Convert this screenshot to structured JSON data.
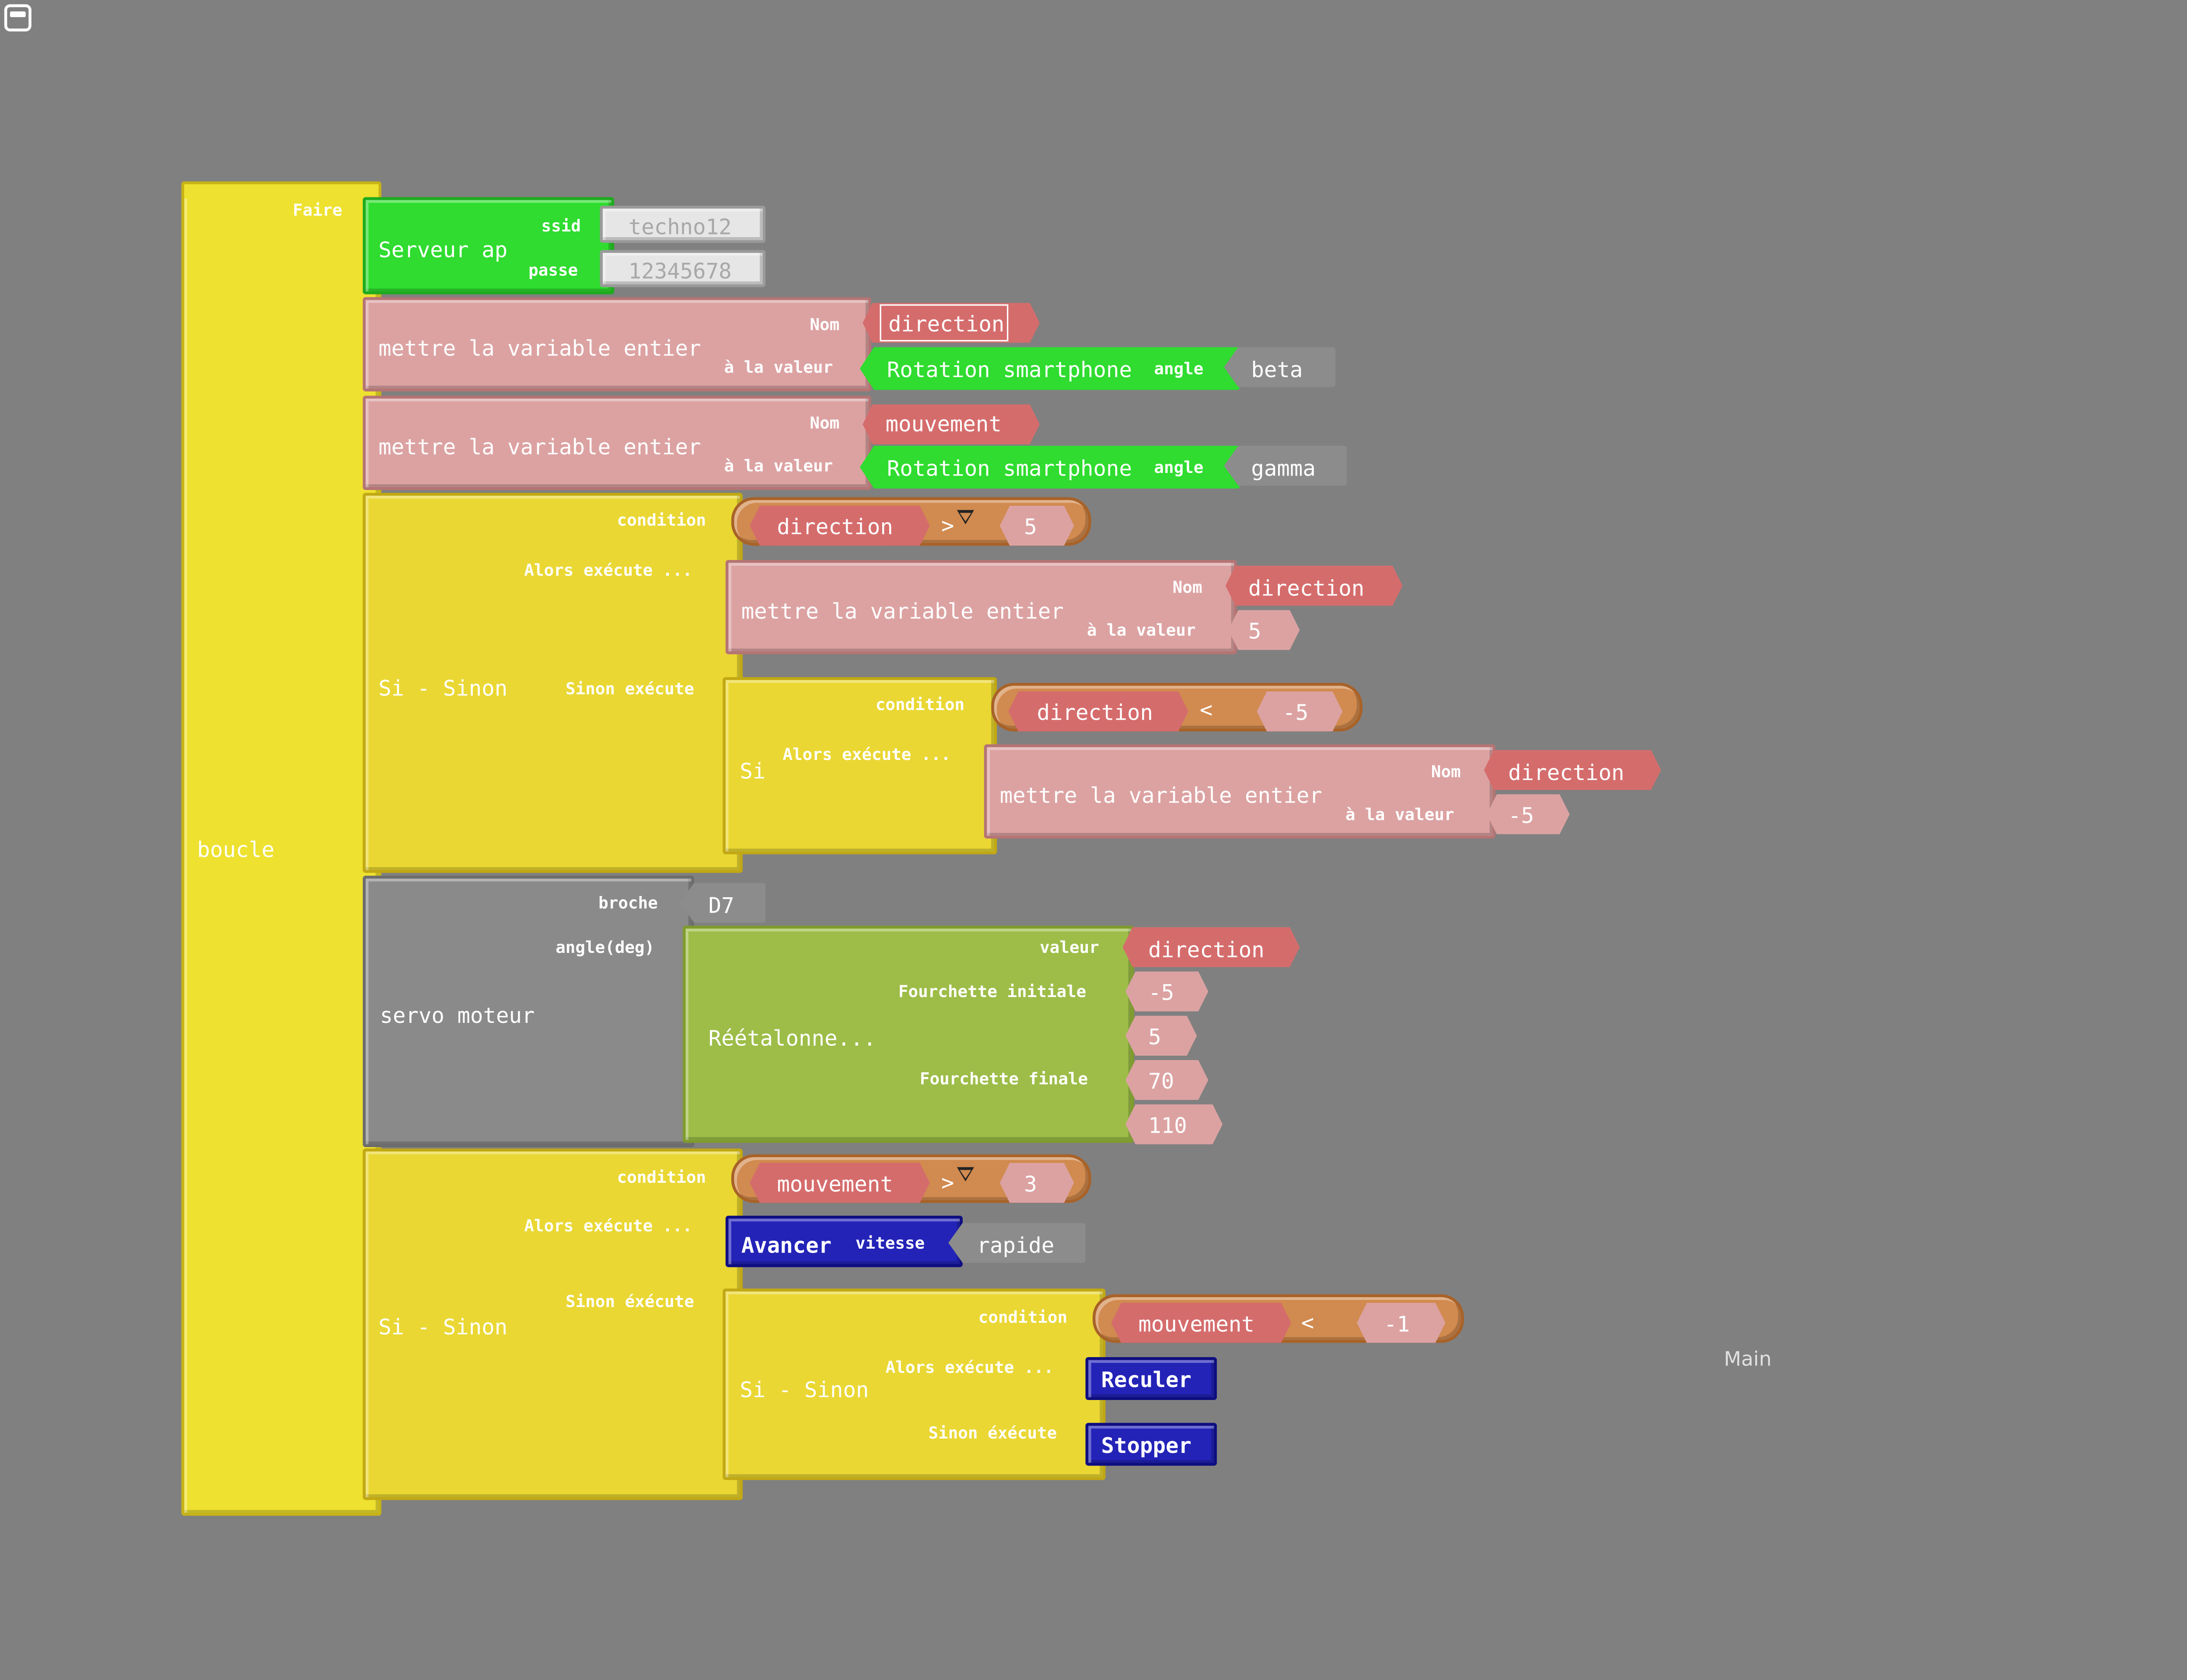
{
  "workspace": {
    "label": "Main",
    "menu_icon": "window-icon"
  },
  "loop": {
    "label": "boucle",
    "do_label": "Faire"
  },
  "server": {
    "label": "Serveur ap",
    "ssid_label": "ssid",
    "ssid_value": "techno12",
    "pass_label": "passe",
    "pass_value": "12345678"
  },
  "set_direction": {
    "label": "mettre la variable entier",
    "name_label": "Nom",
    "name_value": "direction",
    "value_label": "à la valeur",
    "sensor_label": "Rotation smartphone",
    "angle_label": "angle",
    "angle_value": "beta"
  },
  "set_mouvement": {
    "label": "mettre la variable entier",
    "name_label": "Nom",
    "name_value": "mouvement",
    "value_label": "à la valeur",
    "sensor_label": "Rotation smartphone",
    "angle_label": "angle",
    "angle_value": "gamma"
  },
  "if1": {
    "label": "Si - Sinon",
    "condition_label": "condition",
    "then_label": "Alors exécute ...",
    "else_label": "Sinon exécute",
    "cond": {
      "var": "direction",
      "op": ">",
      "value": "5"
    },
    "then_set": {
      "label": "mettre la variable entier",
      "name_label": "Nom",
      "name_value": "direction",
      "value_label": "à la valeur",
      "value": "5"
    },
    "inner_if": {
      "label": "Si",
      "condition_label": "condition",
      "then_label": "Alors exécute ...",
      "cond": {
        "var": "direction",
        "op": "<",
        "value": "-5"
      },
      "then_set": {
        "label": "mettre la variable entier",
        "name_label": "Nom",
        "name_value": "direction",
        "value_label": "à la valeur",
        "value": "-5"
      }
    }
  },
  "servo": {
    "label": "servo moteur",
    "pin_label": "broche",
    "pin_value": "D7",
    "angle_label": "angle(deg)",
    "remap": {
      "label": "Réétalonne...",
      "value_label": "valeur",
      "value_var": "direction",
      "initial_label": "Fourchette initiale",
      "initial_min": "-5",
      "initial_max": "5",
      "final_label": "Fourchette finale",
      "final_min": "70",
      "final_max": "110"
    }
  },
  "if2": {
    "label": "Si - Sinon",
    "condition_label": "condition",
    "then_label": "Alors exécute ...",
    "else_label": "Sinon éxécute",
    "cond": {
      "var": "mouvement",
      "op": ">",
      "value": "3"
    },
    "forward": {
      "label": "Avancer",
      "speed_label": "vitesse",
      "speed_value": "rapide"
    },
    "inner_if": {
      "label": "Si - Sinon",
      "condition_label": "condition",
      "then_label": "Alors exécute ...",
      "else_label": "Sinon éxécute",
      "cond": {
        "var": "mouvement",
        "op": "<",
        "value": "-1"
      },
      "back": "Reculer",
      "stop": "Stopper"
    }
  }
}
